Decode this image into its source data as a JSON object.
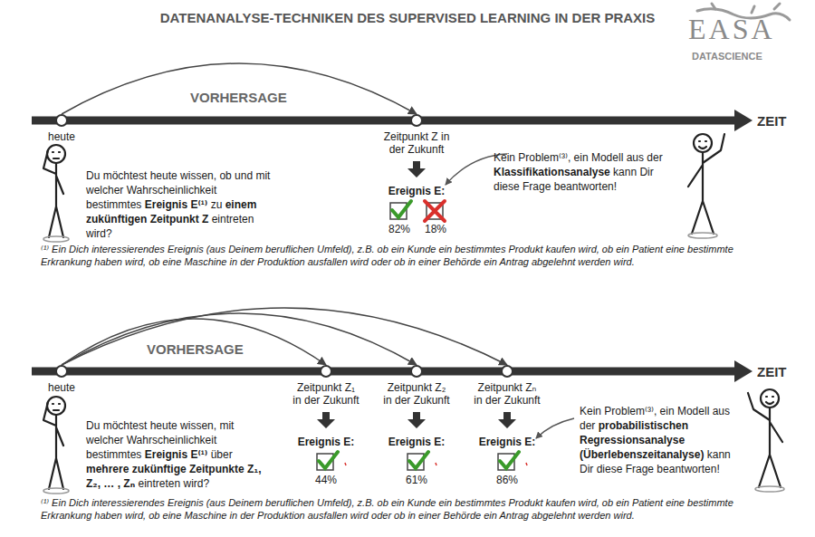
{
  "diagram": {
    "title": "DATENANALYSE-TECHNIKEN DES SUPERVISED LEARNING IN DER PRAXIS",
    "nodes": [
      {
        "text": [
          "heute"
        ]
      },
      {
        "text": [
          "Zeitpunkt Z in der Zukunft"
        ]
      },
      {
        "text": [
          "heute"
        ]
      },
      {
        "text": [
          "Zeitpunkt Z₁ in der Zukunft"
        ]
      },
      {
        "text": [
          "Zeitpunkt Z₂ in der Zukunft"
        ]
      },
      {
        "text": [
          "Zeitpunkt Zₙ in der Zukunft"
        ]
      }
    ],
    "edges": [
      {
        "from": 0,
        "to": 1,
        "arrow": "to",
        "label": "VORHERSAGE"
      },
      {
        "from": 2,
        "to": 3,
        "arrow": "to",
        "label": "VORHERSAGE"
      },
      {
        "from": 2,
        "to": 4,
        "arrow": "to"
      },
      {
        "from": 2,
        "to": 5,
        "arrow": "to"
      }
    ],
    "labels": [
      "EASA",
      "DATASCIENCE",
      "ZEIT",
      "Ereignis E:",
      "82%",
      "18%",
      "Du möchtest heute wissen, ob und mit welcher Wahrscheinlichkeit bestimmtes",
      "Ereignis E⁽¹⁾",
      "zu",
      "einem zukünftigen Zeitpunkt Z",
      "eintreten wird?",
      "Kein Problem⁽³⁾, ein Modell aus der",
      "Klassifikationsanalyse",
      "kann Dir diese Frage beantworten!",
      "⁽¹⁾ Ein Dich interessierendes Ereignis (aus Deinem beruflichen Umfeld), z.B. ob ein Kunde ein bestimmtes Produkt kaufen wird, ob ein Patient eine bestimmte Erkrankung haben wird, ob eine Maschine in der Produktion ausfallen wird oder ob in einer Behörde ein Antrag abgelehnt werden wird.",
      "ZEIT",
      "Ereignis E:",
      "Ereignis E:",
      "Ereignis E:",
      "44%",
      "61%",
      "86%",
      "Du möchtest heute wissen, mit welcher Wahrscheinlichkeit bestimmtes",
      "Ereignis E⁽¹⁾",
      "über",
      "mehrere zukünftige Zeitpunkte Z₁, Z₂, … , Zₙ",
      "eintreten wird?",
      "Kein Problem⁽³⁾, ein Modell aus der",
      "probabilistischen Regressionsanalyse (Überlebenszeitanalyse)",
      "kann Dir diese Frage beantworten!",
      "⁽¹⁾ Ein Dich interessierendes Ereignis (aus Deinem beruflichen Umfeld), z.B. ob ein Kunde ein bestimmtes Produkt kaufen wird, ob ein Patient eine bestimmte Erkrankung haben wird, ob eine Maschine in der Produktion ausfallen wird oder ob in einer Behörde ein Antrag abgelehnt werden wird."
    ]
  }
}
